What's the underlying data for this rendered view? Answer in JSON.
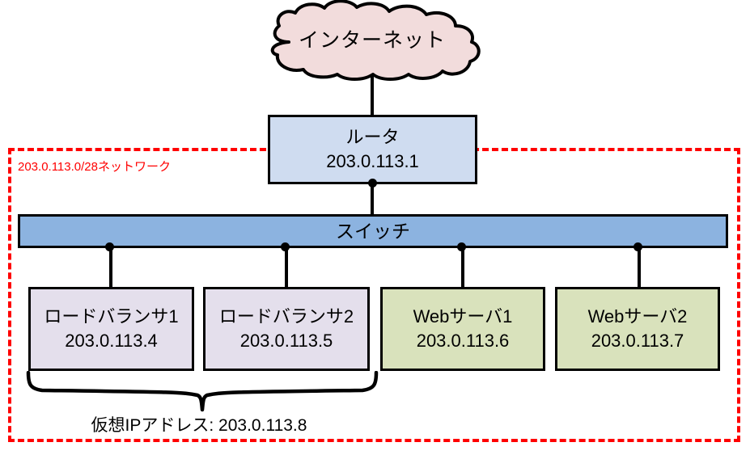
{
  "diagram": {
    "title_internet": "インターネット",
    "network_label": "203.0.113.0/28ネットワーク",
    "vip_caption": "仮想IPアドレス: 203.0.113.8",
    "colors": {
      "cloud_fill": "#f2dcdc",
      "router_fill": "#cfdcf0",
      "switch_fill": "#8cb3e0",
      "loadbalancer_fill": "#e4dfec",
      "webserver_fill": "#d9e2bc",
      "boundary_stroke": "#ff0000",
      "outline": "#000000"
    }
  },
  "nodes": {
    "internet": {
      "label": "インターネット"
    },
    "router": {
      "label": "ルータ",
      "ip": "203.0.113.1"
    },
    "switch": {
      "label": "スイッチ"
    },
    "lb1": {
      "label": "ロードバランサ1",
      "ip": "203.0.113.4"
    },
    "lb2": {
      "label": "ロードバランサ2",
      "ip": "203.0.113.5"
    },
    "web1": {
      "label": "Webサーバ1",
      "ip": "203.0.113.6"
    },
    "web2": {
      "label": "Webサーバ2",
      "ip": "203.0.113.7"
    }
  }
}
